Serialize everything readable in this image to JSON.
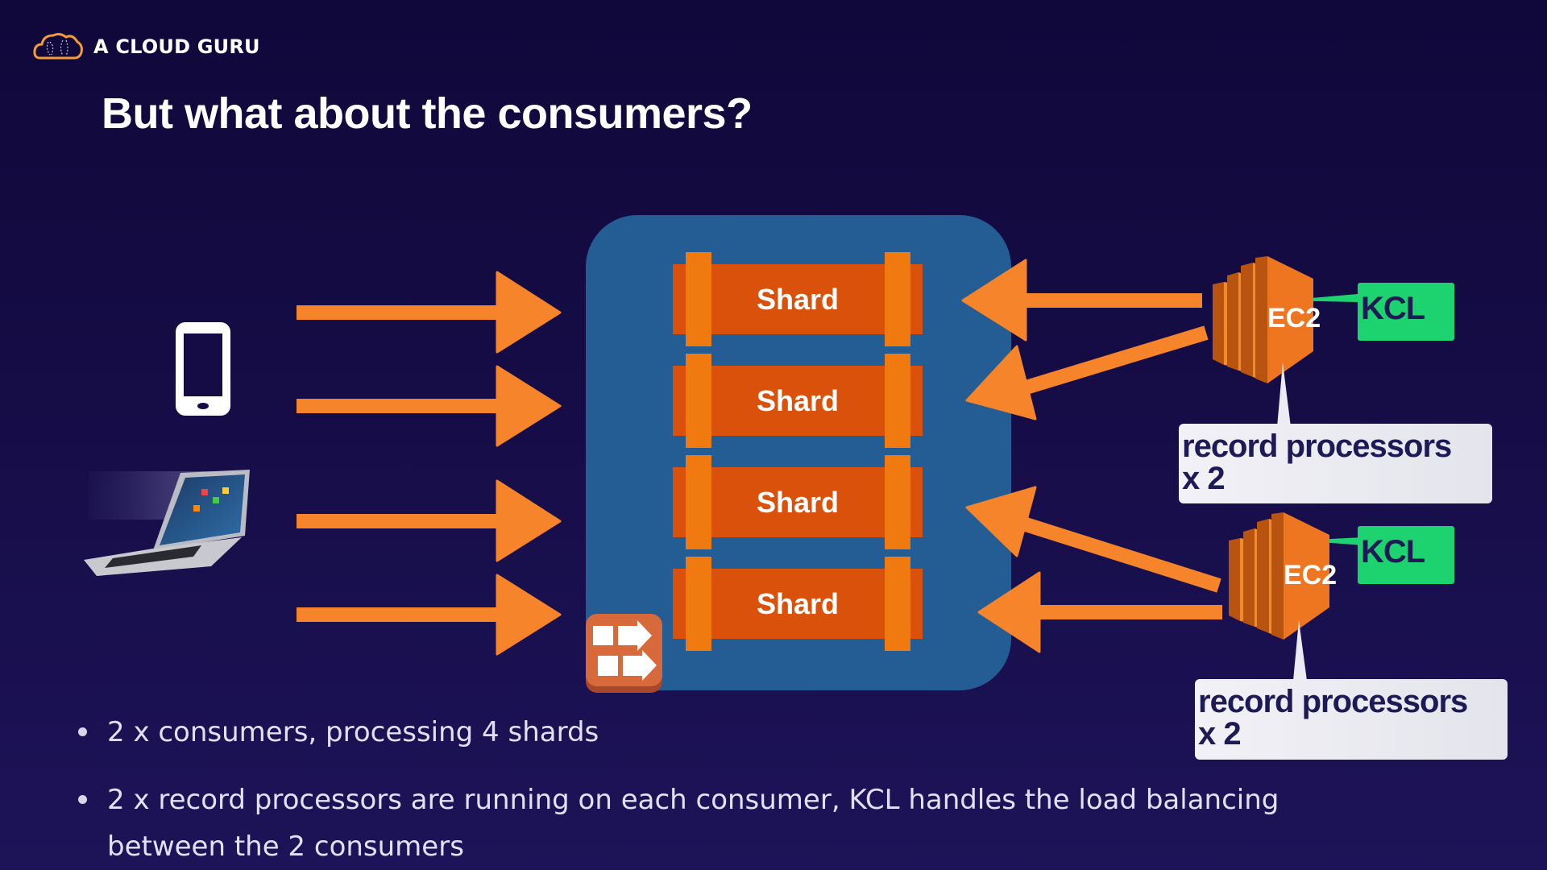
{
  "brand": {
    "name": "A CLOUD GURU",
    "logo_icon": "cloud-logo-icon",
    "accent": "#f29b38"
  },
  "slide": {
    "title": "But what about the consumers?"
  },
  "diagram": {
    "producers": [
      {
        "name": "mobile-phone",
        "icon": "phone-icon"
      },
      {
        "name": "laptop",
        "icon": "laptop-image"
      }
    ],
    "stream": {
      "icon": "kinesis-stream-icon",
      "color": "#235d93",
      "shards": [
        {
          "label": "Shard"
        },
        {
          "label": "Shard"
        },
        {
          "label": "Shard"
        },
        {
          "label": "Shard"
        }
      ],
      "shard_color": "#d9510b",
      "shard_cap_color": "#f07a10"
    },
    "consumers": [
      {
        "instance_label": "EC2",
        "library_label": "KCL",
        "callout_line1": "record processors",
        "callout_line2": "x 2"
      },
      {
        "instance_label": "EC2",
        "library_label": "KCL",
        "callout_line1": "record processors",
        "callout_line2": "x 2"
      }
    ],
    "arrow_color": "#f5842a",
    "kcl_color": "#1dd36f"
  },
  "bullets": [
    {
      "text": "2 x consumers, processing 4 shards"
    },
    {
      "text": "2 x record processors are running on each consumer, KCL handles the load balancing between the 2 consumers"
    }
  ]
}
